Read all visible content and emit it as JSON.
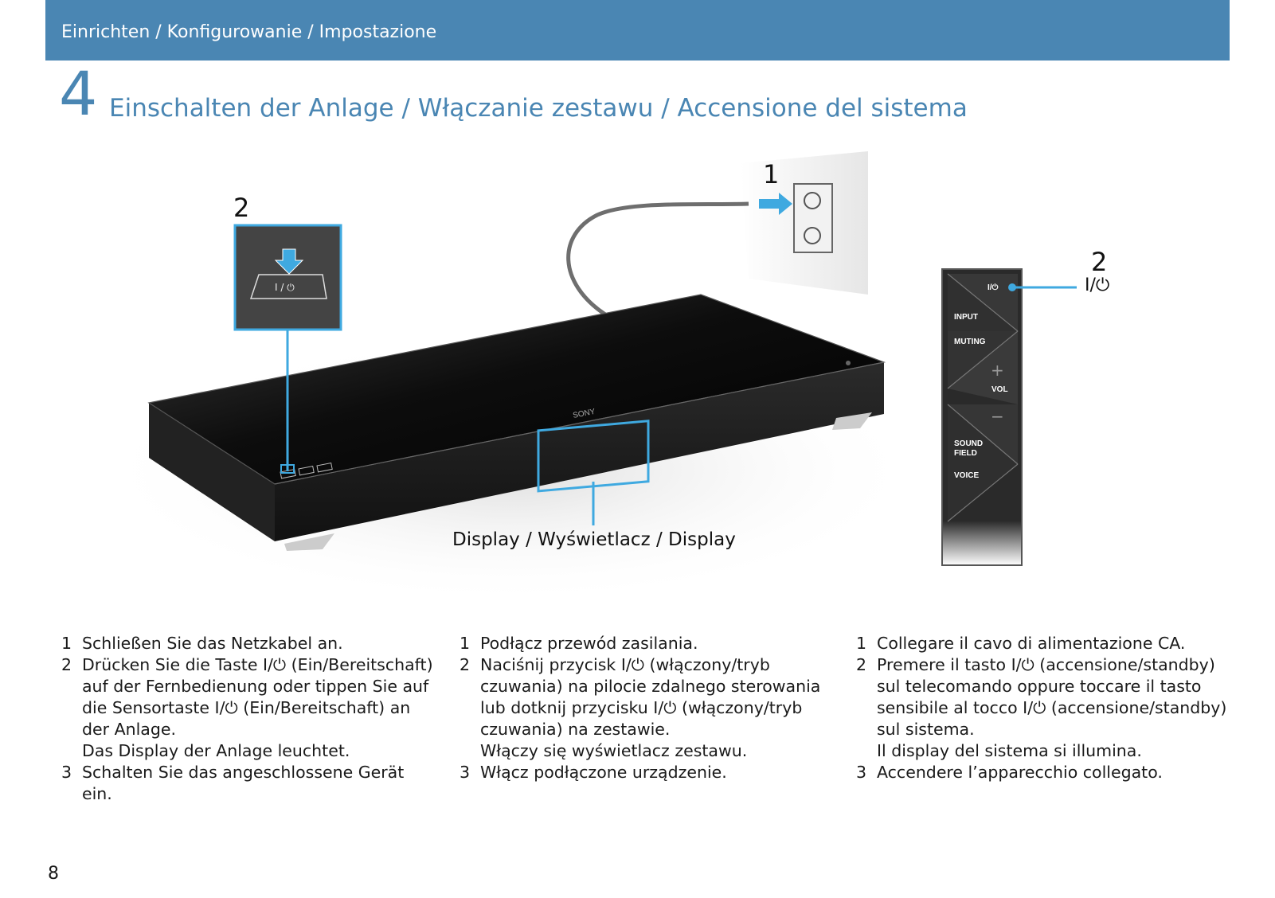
{
  "header": {
    "breadcrumb": "Einrichten / Konfigurowanie / Impostazione"
  },
  "step": {
    "number": "4",
    "title": "Einschalten der Anlage / Włączanie zestawu / Accensione del sistema"
  },
  "illustration": {
    "callout_1": "1",
    "callout_2_device": "2",
    "callout_2_remote": "2",
    "power_symbol_label": "I/⏻",
    "display_label": "Display / Wyświetlacz / Display",
    "brand_logo": "SONY",
    "device_panel_text": "I / ⏻",
    "remote_buttons": {
      "power": "I/⏻",
      "input": "INPUT",
      "muting": "MUTING",
      "vol_plus": "+",
      "vol": "VOL",
      "vol_minus": "−",
      "sound_field_1": "SOUND",
      "sound_field_2": "FIELD",
      "voice": "VOICE"
    }
  },
  "columns": [
    {
      "lang": "de",
      "steps": [
        {
          "n": "1",
          "text": "Schließen Sie das Netzkabel an.",
          "note": ""
        },
        {
          "n": "2",
          "text": "Drücken Sie die Taste I/⏻ (Ein/Bereitschaft) auf der Fernbedienung oder tippen Sie auf die Sensortaste I/⏻ (Ein/Bereitschaft) an der Anlage.",
          "note": "Das Display der Anlage leuchtet."
        },
        {
          "n": "3",
          "text": "Schalten Sie das angeschlossene Gerät ein.",
          "note": ""
        }
      ]
    },
    {
      "lang": "pl",
      "steps": [
        {
          "n": "1",
          "text": "Podłącz przewód zasilania.",
          "note": ""
        },
        {
          "n": "2",
          "text": "Naciśnij przycisk I/⏻ (włączony/tryb czuwania) na pilocie zdalnego sterowania lub dotknij przycisku I/⏻ (włączony/tryb czuwania) na zestawie.",
          "note": "Włączy się wyświetlacz zestawu."
        },
        {
          "n": "3",
          "text": "Włącz podłączone urządzenie.",
          "note": ""
        }
      ]
    },
    {
      "lang": "it",
      "steps": [
        {
          "n": "1",
          "text": "Collegare il cavo di alimentazione CA.",
          "note": ""
        },
        {
          "n": "2",
          "text": "Premere il tasto I/⏻ (accensione/standby) sul telecomando oppure toccare il tasto sensibile al tocco I/⏻ (accensione/standby) sul sistema.",
          "note": "Il display del sistema si illumina."
        },
        {
          "n": "3",
          "text": "Accendere l’apparecchio collegato.",
          "note": ""
        }
      ]
    }
  ],
  "page_number": "8",
  "colors": {
    "accent": "#4a86b3",
    "callout": "#3fa9e0"
  }
}
